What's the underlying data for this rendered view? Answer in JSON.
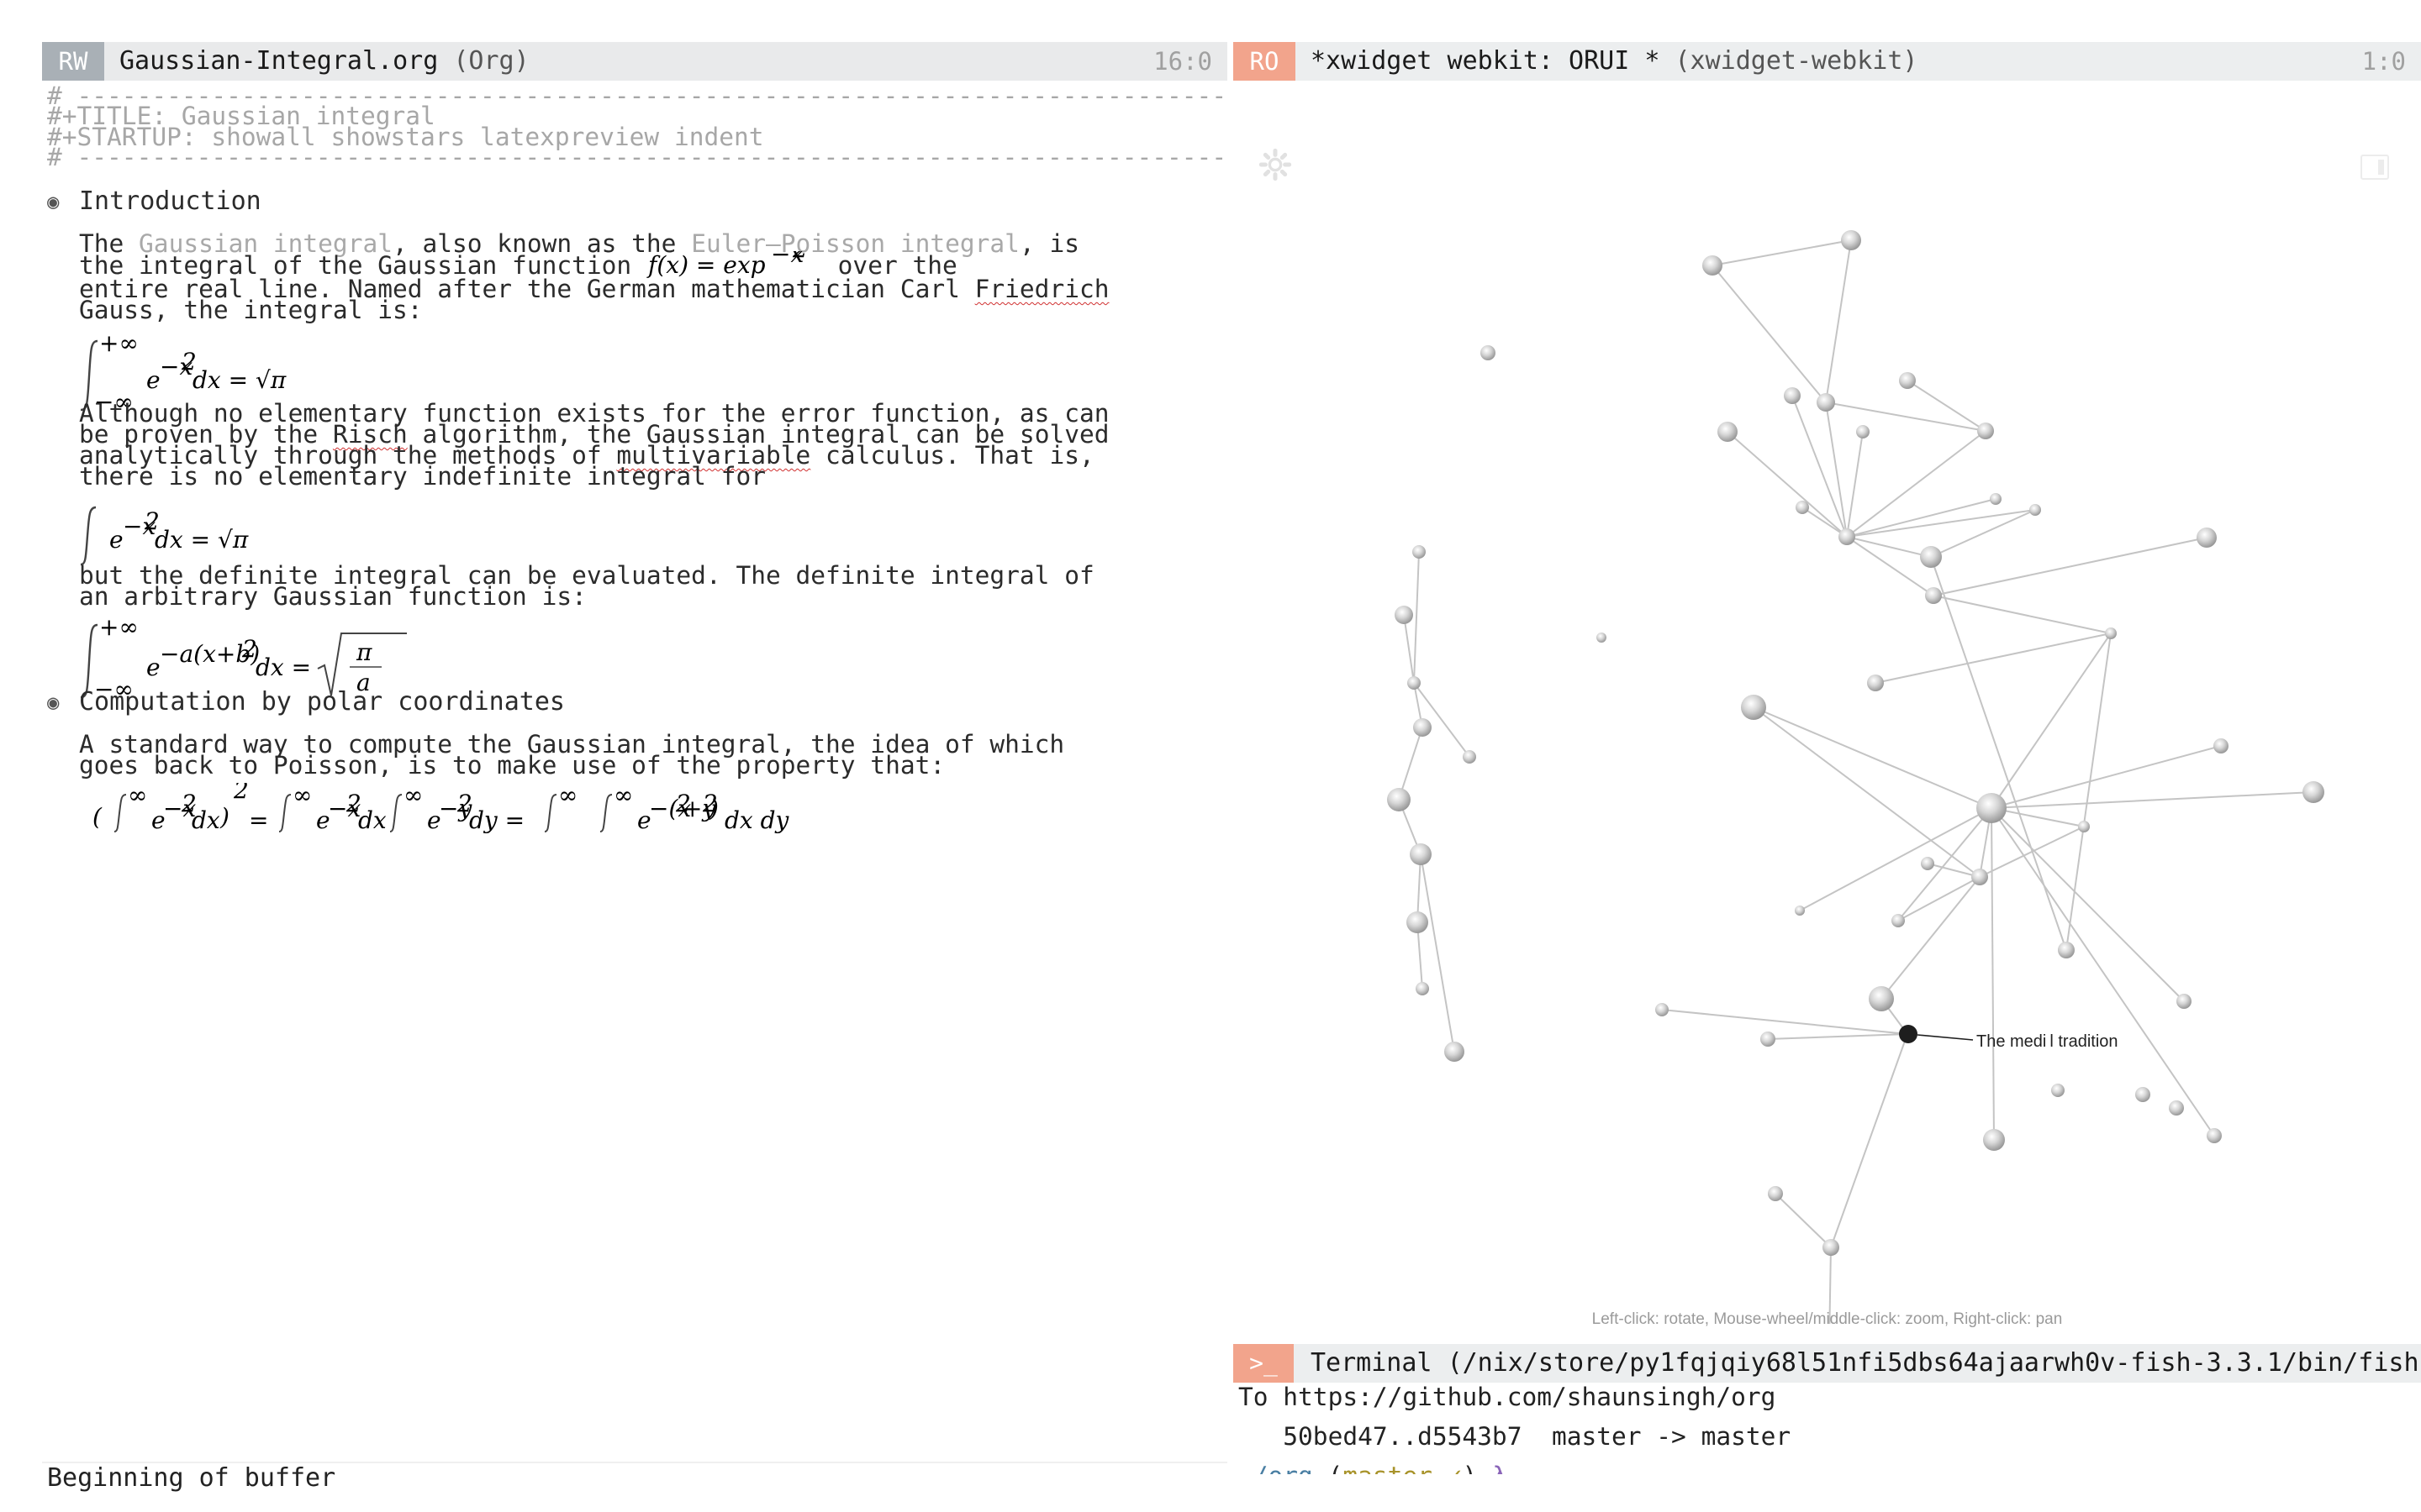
{
  "left_pane": {
    "mode_badge": "RW",
    "buffer_name": "Gaussian-Integral.org",
    "major_mode": "(Org)",
    "position": "16:0",
    "dashes": "# ------------------------------------------------------------------------------------",
    "title_line": "#+TITLE: Gaussian integral",
    "startup_line": "#+STARTUP: showall showstars latexpreview indent",
    "section1": {
      "bullet": "◉",
      "heading": "Introduction",
      "p1_a": "The ",
      "p1_link1": "Gaussian integral",
      "p1_b": ", also known as the ",
      "p1_link2": "Euler–Poisson integral",
      "p1_c": ", is",
      "p1_line2_a": "the integral of the Gaussian function ",
      "p1_line2_b": " over the",
      "p1_line3_a": "entire real line. Named after the German mathematician Carl ",
      "p1_line3_b": "Friedrich",
      "p1_line4": "Gauss, the integral is:",
      "p2_line1": "Although no elementary function exists for the error function, as can",
      "p2_line2_a": "be proven by the ",
      "p2_line2_b": "Risch",
      "p2_line2_c": " algorithm, the Gaussian integral can be solved",
      "p2_line3_a": "analytically through the methods of ",
      "p2_line3_b": "multivariable",
      "p2_line3_c": " calculus. That is,",
      "p2_line4": "there is no elementary indefinite integral for",
      "p3_line1": "but the definite integral can be evaluated. The definite integral of",
      "p3_line2": "an arbitrary Gaussian function is:"
    },
    "section2": {
      "bullet": "◉",
      "heading": "Computation by polar coordinates",
      "p1_line1": "A standard way to compute the Gaussian integral, the idea of which",
      "p1_line2": "goes back to Poisson, is to make use of the property that:"
    }
  },
  "minibuffer": "Beginning of buffer",
  "right_pane": {
    "mode_badge": "RO",
    "buffer_name": "*xwidget webkit: ORUI *",
    "major_mode": "(xwidget-webkit)",
    "position": "1:0",
    "graph_label": "The medi l tradition",
    "hint": "Left-click: rotate, Mouse-wheel/middle-click: zoom, Right-click: pan"
  },
  "terminal": {
    "badge": ">_",
    "title": "Terminal",
    "path": "(/nix/store/py1fqjqiy68l51nfi5dbs64ajaarwh0v-fish-3.3.1/bin/fish)",
    "line1": "To https://github.com/shaunsingh/org",
    "line2": "   50bed47..d5543b7  master -> master",
    "prompt_path": "~/org",
    "prompt_branch_open": " (",
    "prompt_branch": "master ✓",
    "prompt_branch_close": ") ",
    "prompt_symbol": "λ"
  },
  "colors": {
    "ro_badge": "#f2a48c",
    "rw_badge": "#a9b0b6",
    "modeline_bg": "#e9eaeb",
    "link": "#a9a9a9"
  }
}
